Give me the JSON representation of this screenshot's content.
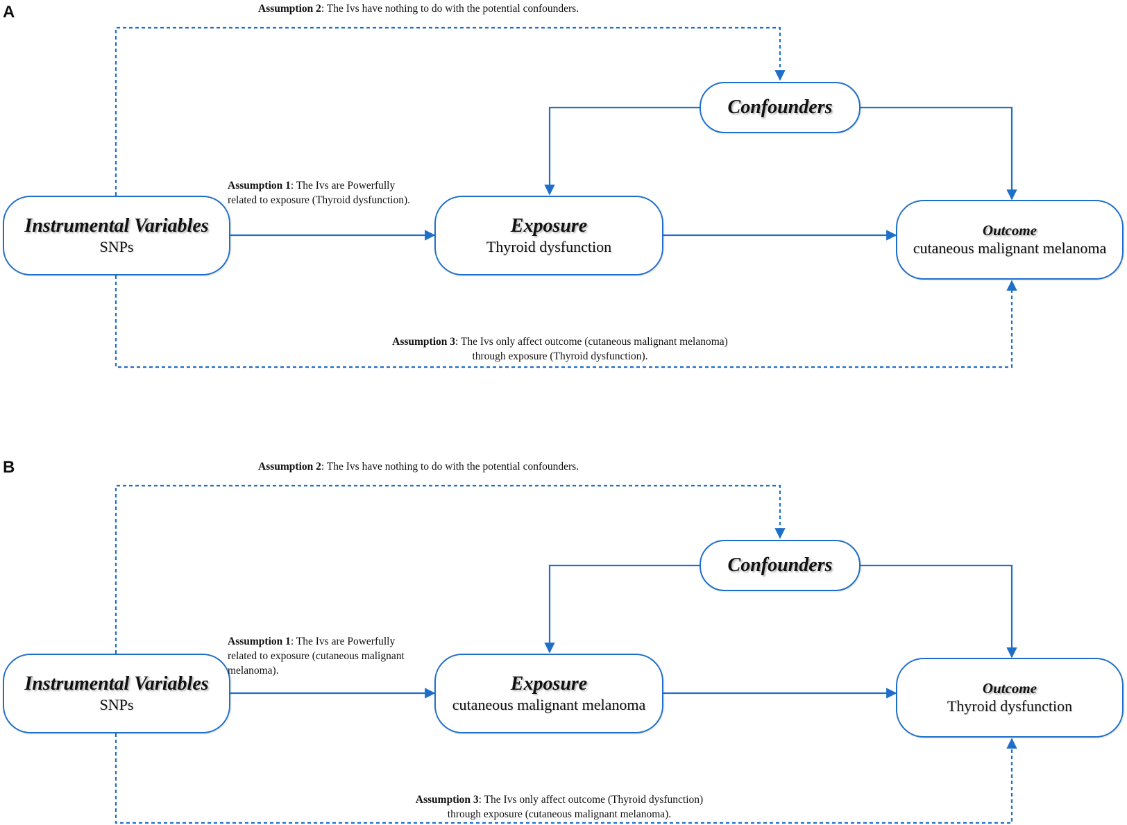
{
  "panels": [
    {
      "letter": "A",
      "nodes": {
        "iv": {
          "title": "Instrumental Variables",
          "sub": "SNPs"
        },
        "exposure": {
          "title": "Exposure",
          "sub": "Thyroid dysfunction"
        },
        "confounders": {
          "title": "Confounders"
        },
        "outcome": {
          "title": "Outcome",
          "sub": "cutaneous malignant melanoma"
        }
      },
      "assumptions": {
        "a1": {
          "label": "Assumption 1",
          "text_line1": ": The Ivs are Powerfully",
          "text_line2": "related to exposure (Thyroid dysfunction)."
        },
        "a2": {
          "label": "Assumption 2",
          "text": ": The Ivs have nothing to do with the potential confounders."
        },
        "a3": {
          "label": "Assumption 3",
          "text_line1": ": The Ivs only affect outcome (cutaneous malignant melanoma)",
          "text_line2": "through exposure (Thyroid dysfunction)."
        }
      }
    },
    {
      "letter": "B",
      "nodes": {
        "iv": {
          "title": "Instrumental Variables",
          "sub": "SNPs"
        },
        "exposure": {
          "title": "Exposure",
          "sub": "cutaneous malignant melanoma"
        },
        "confounders": {
          "title": "Confounders"
        },
        "outcome": {
          "title": "Outcome",
          "sub": "Thyroid dysfunction"
        }
      },
      "assumptions": {
        "a1": {
          "label": "Assumption 1",
          "text_line1": ": The Ivs are Powerfully",
          "text_line2": "related to exposure (cutaneous malignant",
          "text_line3": "melanoma)."
        },
        "a2": {
          "label": "Assumption 2",
          "text": ": The Ivs have nothing to do with the potential confounders."
        },
        "a3": {
          "label": "Assumption 3",
          "text_line1": ": The Ivs only affect outcome (Thyroid dysfunction)",
          "text_line2": "through exposure (cutaneous malignant melanoma)."
        }
      }
    }
  ],
  "colors": {
    "accent": "#1f6fc9"
  }
}
